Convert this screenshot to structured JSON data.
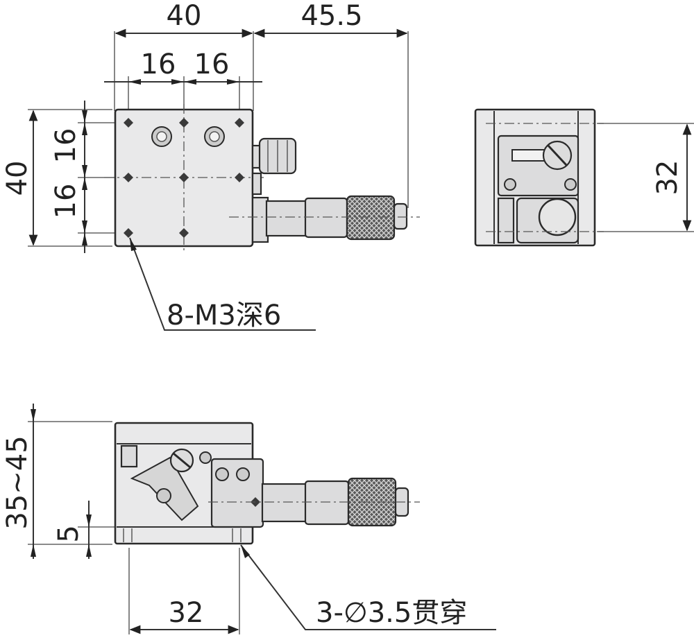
{
  "dimensions": {
    "top_width": "40",
    "top_reach": "45.5",
    "half_width_left": "16",
    "half_width_right": "16",
    "height_total": "40",
    "height_upper": "16",
    "height_lower": "16",
    "side_height": "32",
    "front_height": "35~45",
    "base_thickness": "5",
    "base_width": "32"
  },
  "notes": {
    "tapped_holes": "8-M3深6",
    "through_holes": "3-∅3.5贯穿"
  },
  "colors": {
    "body": "#e9e9ea",
    "line": "#333333"
  }
}
